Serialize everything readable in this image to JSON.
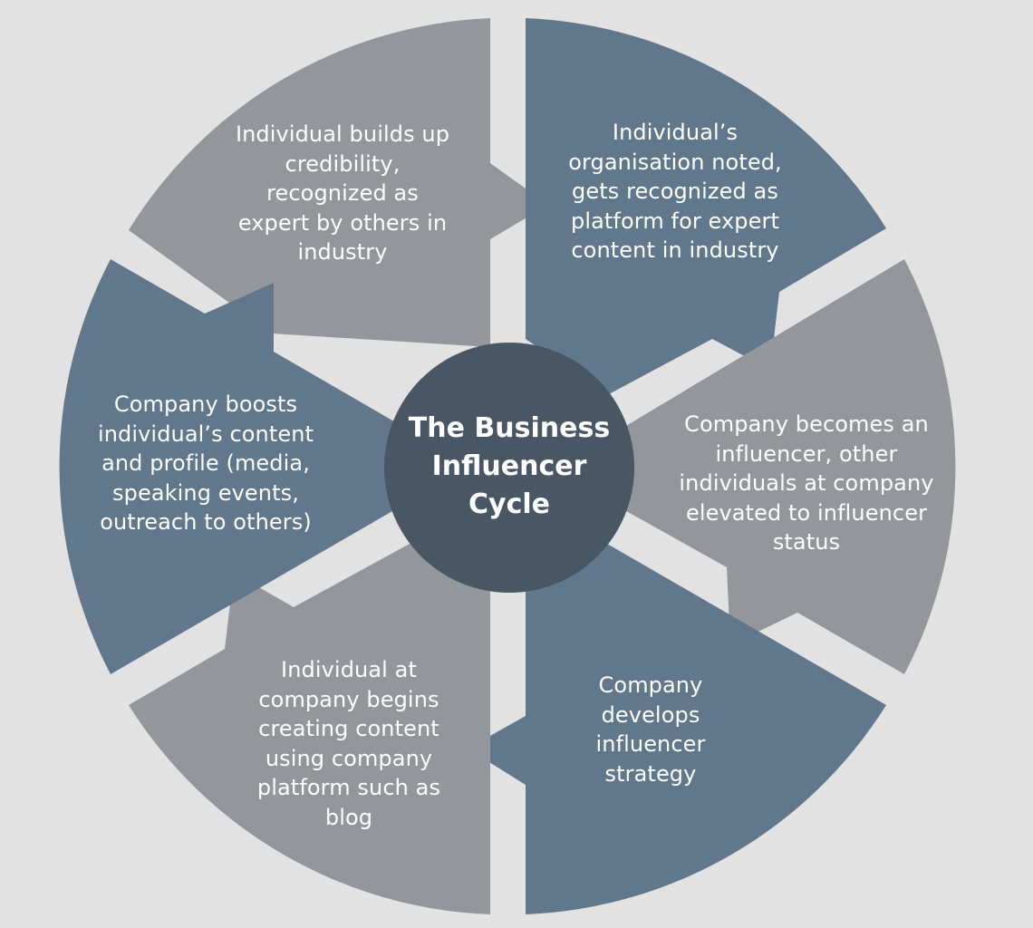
{
  "title": "The Business\nInfluencer\nCycle",
  "colors": {
    "background": "#e2e2e2",
    "slate_blue": "#61778b",
    "gray": "#93979c",
    "center": "#495663",
    "text": "#ffffff"
  },
  "segments": [
    {
      "text": "Individual builds up\ncredibility,\nrecognized as\nexpert by others in\nindustry",
      "color": "gray"
    },
    {
      "text": "Individual’s\norganisation noted,\ngets recognized as\nplatform for expert\ncontent in industry",
      "color": "slate_blue"
    },
    {
      "text": "Company becomes an\ninfluencer, other\nindividuals at company\nelevated to influencer\nstatus",
      "color": "gray"
    },
    {
      "text": "Company\ndevelops\ninfluencer\nstrategy",
      "color": "slate_blue"
    },
    {
      "text": "Individual at\ncompany begins\ncreating content\nusing company\nplatform such as\nblog",
      "color": "gray"
    },
    {
      "text": "Company boosts\nindividual’s content\nand profile (media,\nspeaking events,\noutreach to others)",
      "color": "slate_blue"
    }
  ]
}
